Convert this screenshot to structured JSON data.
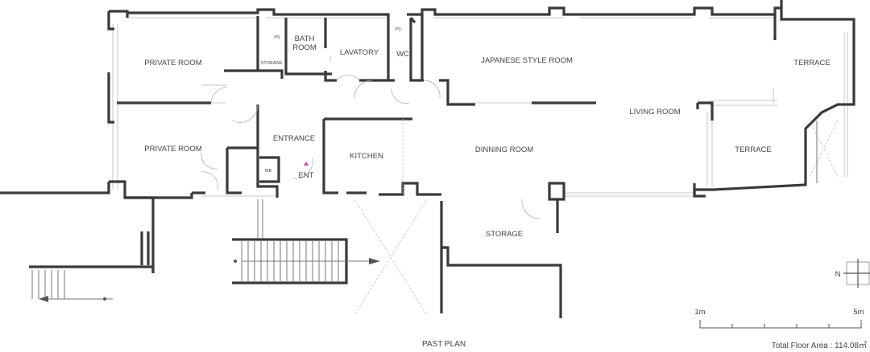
{
  "rooms": {
    "private_room_1": "PRIVATE ROOM",
    "private_room_2": "PRIVATE ROOM",
    "ps_1": "PS",
    "bath_room_1": "BATH",
    "bath_room_2": "ROOM",
    "storage_small": "STORAGE",
    "lavatory": "LAVATORY",
    "ps_2": "PS",
    "wc": "WC",
    "japanese_room": "JAPANESE STYLE ROOM",
    "terrace_1": "TERRACE",
    "living_room": "LIVING ROOM",
    "terrace_2": "TERRACE",
    "entrance": "ENTRANCE",
    "mb": "MB",
    "ent": "ENT",
    "kitchen": "KITCHEN",
    "dining_room": "DINNING ROOM",
    "storage": "STORAGE"
  },
  "north_label": "N",
  "scale": {
    "start": "1m",
    "end": "5m"
  },
  "caption": "PAST PLAN",
  "floor_area": "Total Floor Area : 114.08㎡",
  "colors": {
    "wall": "#3a3a3a",
    "entry_marker": "#e0409a"
  }
}
